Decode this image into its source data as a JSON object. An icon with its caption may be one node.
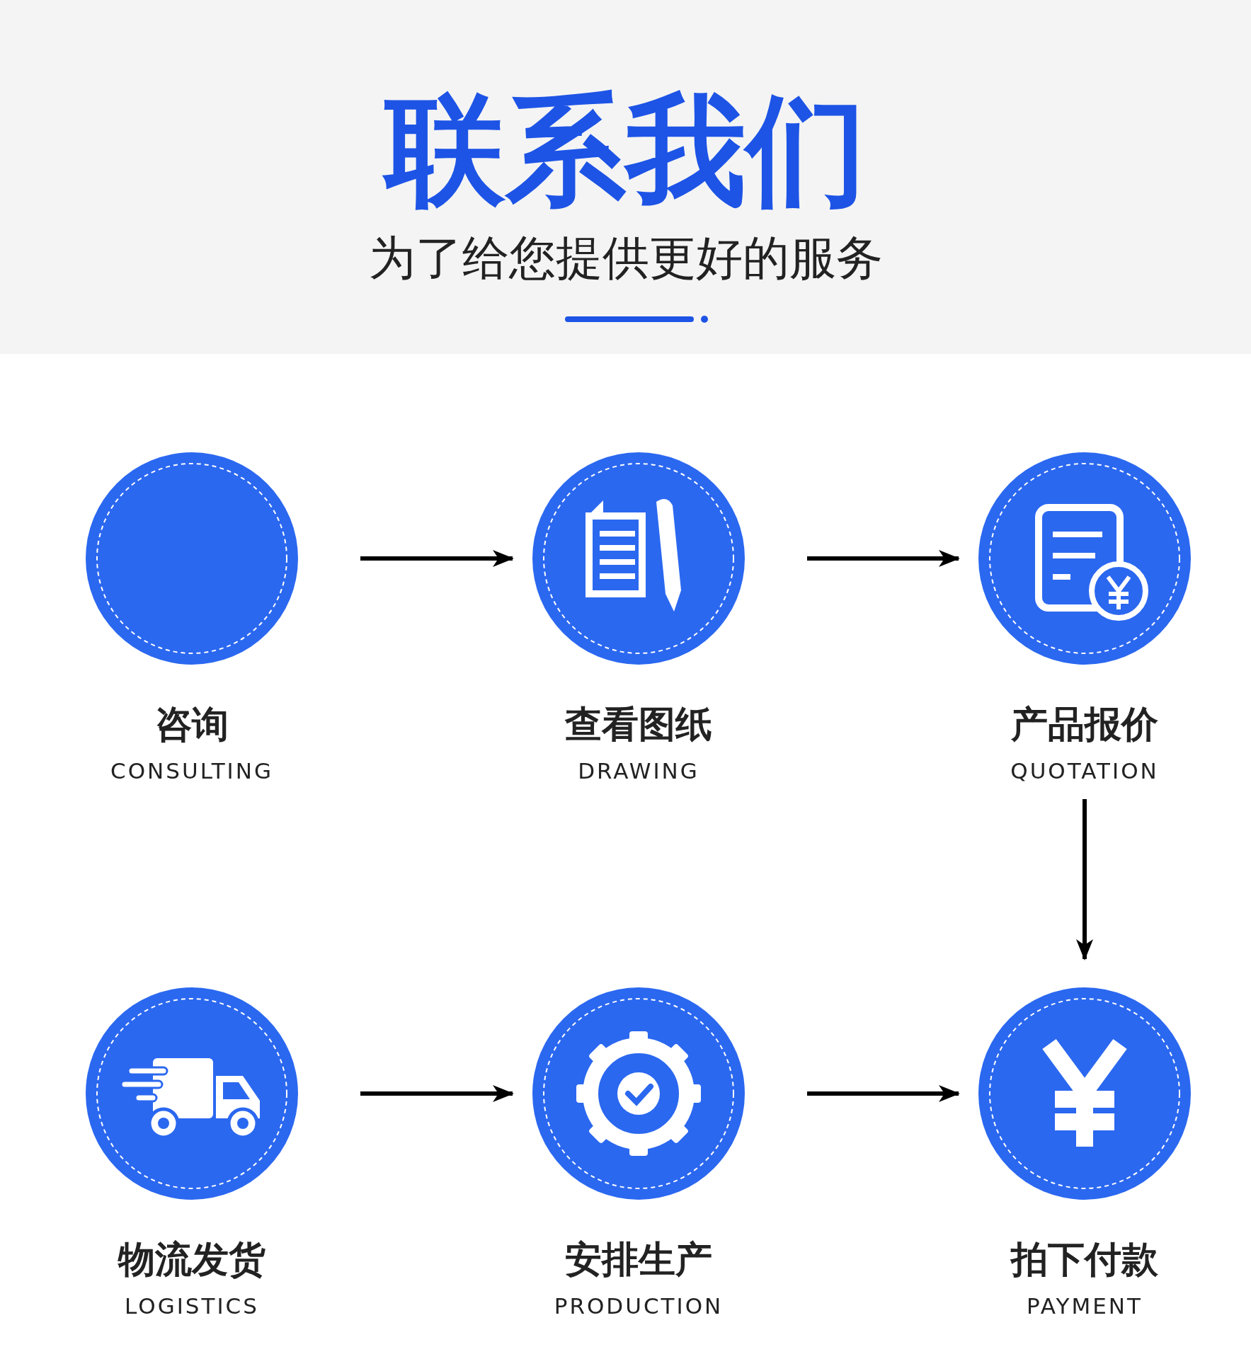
{
  "diagram": {
    "title": "联系我们",
    "caption": "为了给您提供更好的服务",
    "nodes": [
      {
        "text": [
          "咨询",
          "CONSULTING"
        ]
      },
      {
        "text": [
          "查看图纸",
          "DRAWING"
        ]
      },
      {
        "text": [
          "产品报价",
          "QUOTATION"
        ]
      },
      {
        "text": [
          "物流发货",
          "LOGISTICS"
        ]
      },
      {
        "text": [
          "安排生产",
          "PRODUCTION"
        ]
      },
      {
        "text": [
          "拍下付款",
          "PAYMENT"
        ]
      }
    ],
    "edges": [
      {
        "from": 0,
        "to": 1,
        "arrow": "to"
      },
      {
        "from": 1,
        "to": 2,
        "arrow": "to"
      },
      {
        "from": 2,
        "to": 5,
        "arrow": "to"
      },
      {
        "from": 3,
        "to": 4,
        "arrow": "to"
      },
      {
        "from": 4,
        "to": 5,
        "arrow": "to"
      }
    ]
  }
}
